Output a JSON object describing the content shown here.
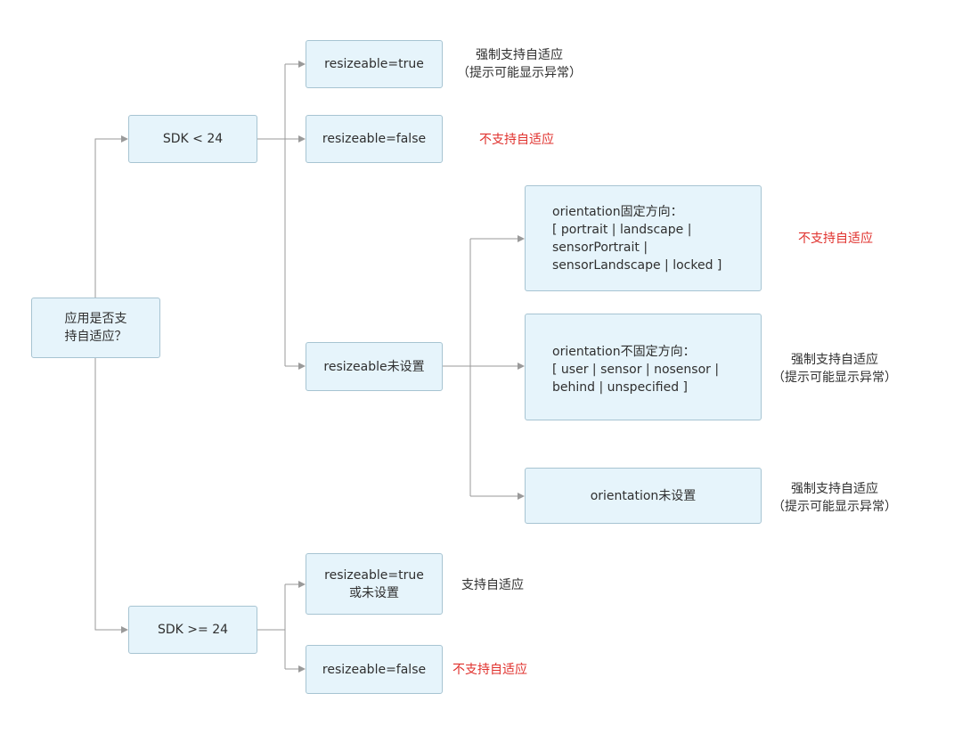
{
  "nodes": {
    "root": "应用是否支\n持自适应？",
    "sdk_lt_24": "SDK < 24",
    "sdk_ge_24": "SDK >= 24",
    "lt_resizeable_true": "resizeable=true",
    "lt_resizeable_false": "resizeable=false",
    "lt_resizeable_unset": "resizeable未设置",
    "orientation_fixed": "orientation固定方向：\n[ portrait | landscape |\nsensorPortrait |\nsensorLandscape | locked ]",
    "orientation_not_fixed": "orientation不固定方向：\n[ user | sensor | nosensor |\nbehind | unspecified ]",
    "orientation_unset": "orientation未设置",
    "ge_resizeable_true_or_unset": "resizeable=true\n或未设置",
    "ge_resizeable_false": "resizeable=false"
  },
  "notes": {
    "lt_true": "强制支持自适应\n（提示可能显示异常）",
    "lt_false": "不支持自适应",
    "fixed": "不支持自适应",
    "not_fixed": "强制支持自适应\n（提示可能显示异常）",
    "unset": "强制支持自适应\n（提示可能显示异常）",
    "ge_true": "支持自适应",
    "ge_false": "不支持自适应"
  },
  "colors": {
    "node_fill": "#e6f4fb",
    "node_border": "#a7c4d2",
    "connector": "#9a9a9a",
    "negative_text": "#e0312d"
  }
}
